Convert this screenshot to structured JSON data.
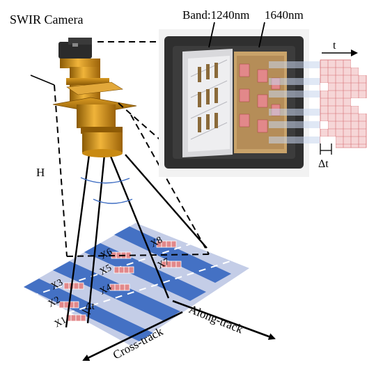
{
  "title": "SWIR Camera",
  "band_left": "Band:1240nm",
  "band_right": "1640nm",
  "time_axis": "t",
  "delta_t": "Δt",
  "height": "H",
  "along_track": "Along-track",
  "cross_track": "Cross-track",
  "pixels": [
    "X1",
    "X2",
    "X3",
    "X4",
    "X5",
    "X6",
    "X7",
    "X8"
  ],
  "ground_delta_t": "Δt",
  "colors": {
    "stripe_dark": "#3d6cc2",
    "stripe_light": "#c4cde7",
    "detector_pixel": "#e2888a",
    "grid_pixel": "#f1c6c8",
    "camera_gold": "#c98a12",
    "housing": "#2f2f2f"
  }
}
